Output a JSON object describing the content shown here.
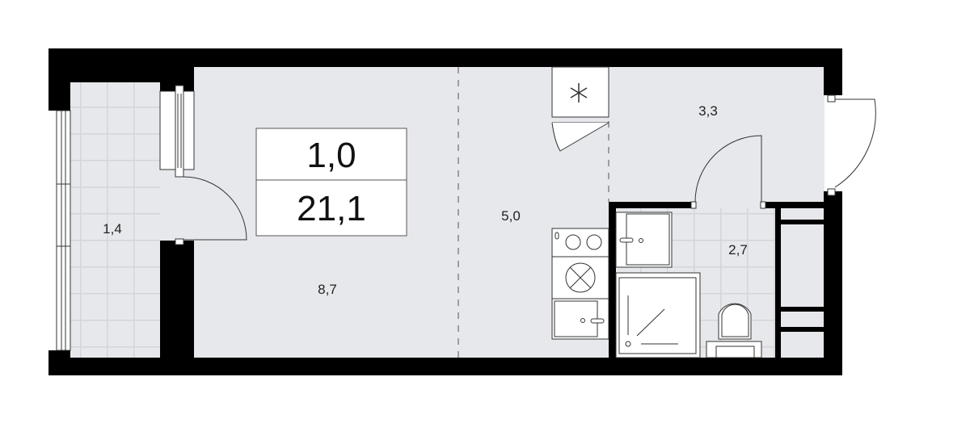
{
  "summary": {
    "rooms": "1,0",
    "total_area": "21,1"
  },
  "rooms": [
    {
      "id": "balcony",
      "area": "1,4"
    },
    {
      "id": "living-room",
      "area": "8,7"
    },
    {
      "id": "kitchen",
      "area": "5,0"
    },
    {
      "id": "hallway",
      "area": "3,3"
    },
    {
      "id": "bathroom",
      "area": "2,7"
    }
  ],
  "colors": {
    "wall": "#000000",
    "floor": "#e6e8eb",
    "tile_line": "#d4d6d9",
    "line": "#333333"
  }
}
